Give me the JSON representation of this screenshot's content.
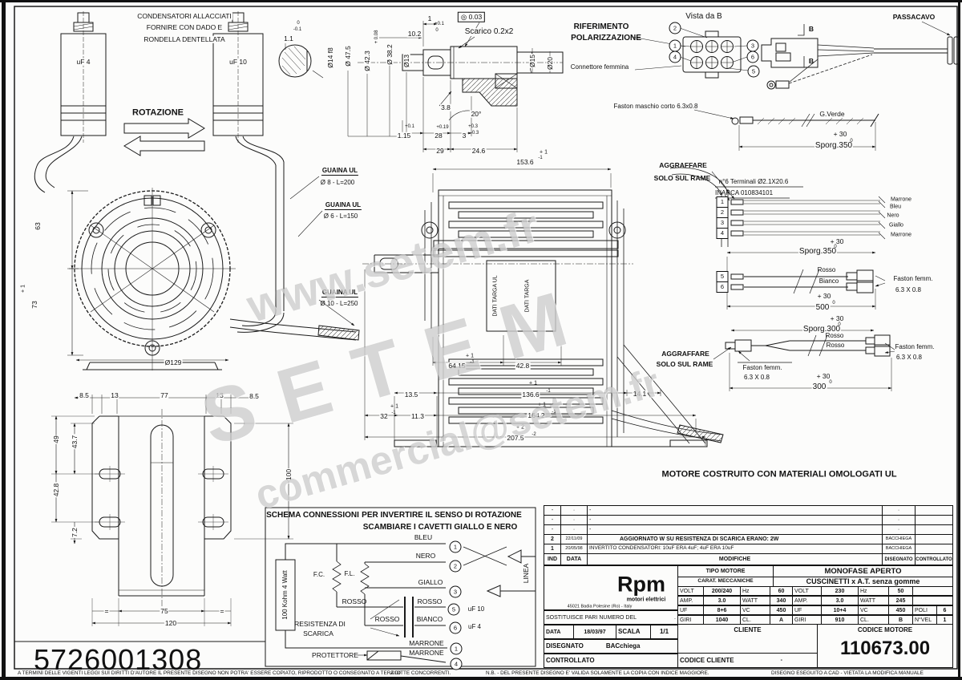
{
  "watermark": {
    "url": "www.setem.fr",
    "name": "SETEM",
    "email": "commercial@setem.fr"
  },
  "part_number": "5726001308",
  "ul_note": "MOTORE COSTRUITO CON MATERIALI OMOLOGATI UL",
  "capacitors": {
    "note1": "CONDENSATORI ALLACCIATI",
    "note2": "FORNIRE CON DADO E",
    "note3": "RONDELLA DENTELLATA",
    "cap1": "uF 4",
    "cap2": "uF 10",
    "rotation": "ROTAZIONE",
    "sec_tol_up": "0",
    "sec_tol_dn": "-0.1",
    "sec_dim": "1.1",
    "sec_dia": "Ø14 f8"
  },
  "shaft": {
    "dia475": "Ø 47.5",
    "dia423": "Ø 42.3",
    "dia382_tol": "+ 0.08",
    "dia382": "Ø 38.2",
    "dia13": "Ø13",
    "dia15": "Ø15",
    "dia20": "Ø20",
    "d102": "10.2",
    "d1": "1",
    "t01": "+0.1",
    "t0": "0",
    "runout_sym": "◎",
    "runout_val": "0.03",
    "scarico": "Scarico 0.2x2",
    "d38": "3.8",
    "angle": "20°",
    "d115": "1.15",
    "d28": "28",
    "t019": "+0.19",
    "d3": "3",
    "t03p": "+0.3",
    "t03m": "-0.3",
    "d29": "29",
    "d246": "24.6"
  },
  "connector": {
    "vista": "Vista da B",
    "rif1": "RIFERIMENTO",
    "rif2": "POLARIZZAZIONE",
    "femmina": "Connettore femmina",
    "passacavo": "PASSACAVO",
    "b": "B",
    "p1": "1",
    "p2": "2",
    "p3": "3",
    "p4": "4",
    "p5": "5",
    "p6": "6"
  },
  "cables": {
    "faston_maschio": "Faston maschio corto 6.3x0.8",
    "gverde": "G.Verde",
    "plus30": "+ 30",
    "sup0": "0",
    "sporg350": "Sporg.350",
    "sporg300": "Sporg.300",
    "aggraffare1": "AGGRAFFARE",
    "aggraffare2": "SOLO SUL RAME",
    "terminali": "n°6 Terminali Ø2.1X20.6",
    "inarca": "INARCA 010834101",
    "marrone": "Marrone",
    "bleu": "Bleu",
    "nero": "Nero",
    "giallo": "Giallo",
    "rosso": "Rosso",
    "bianco": "Bianco",
    "faston_femm": "Faston femm.",
    "faston_size": "6.3 X 0.8",
    "len500": "500",
    "len300": "300",
    "t1": "1",
    "t2": "2",
    "t3": "3",
    "t4": "4",
    "t5": "5",
    "t6": "6"
  },
  "side_view": {
    "p1": "+ 1",
    "m1": "-1",
    "p2": "+ 2",
    "m2": "-2",
    "d1536": "153.6",
    "d6415": "64.15",
    "d428": "42.8",
    "d135": "13.5",
    "d1366": "136.6",
    "d141": "14.1",
    "d32": "32",
    "d113": "11.3",
    "d1642": "164.2",
    "d2075": "207.5",
    "targa_ul": "DATI TARGA UL",
    "targa": "DATI TARGA"
  },
  "front_view": {
    "d63": "63",
    "p1": "+ 1",
    "d73": "73",
    "m1": "-1",
    "d129": "Ø129",
    "guaina": "GUAINA UL",
    "g1": "Ø 8 - L=200",
    "g2": "Ø 6 - L=150",
    "g3": "Ø 10 - L=250"
  },
  "bracket": {
    "d85": "8.5",
    "d13": "13",
    "d77": "77",
    "d49": "49",
    "d437": "43.7",
    "d428": "42.8",
    "d72": "7.2",
    "d100": "100",
    "d75": "75",
    "d120": "120",
    "eq": "="
  },
  "schema": {
    "title": "SCHEMA CONNESSIONI",
    "note1": "PER INVERTIRE IL SENSO DI ROTAZIONE",
    "note2": "SCAMBIARE I CAVETTI GIALLO E NERO",
    "bleu": "BLEU",
    "nero": "NERO",
    "giallo": "GIALLO",
    "rosso": "ROSSO",
    "bianco": "BIANCO",
    "marrone": "MARRONE",
    "fc": "F.C.",
    "fl": "F.L.",
    "linea": "LINEA",
    "resist": "100 Kohm 4 Watt",
    "res1": "RESISTENZA DI",
    "res2": "SCARICA",
    "prot": "PROTETTORE",
    "uf10": "uF 10",
    "uf4": "uF 4",
    "n1": "1",
    "n2": "2",
    "n3": "3",
    "n4": "4",
    "n5": "5",
    "n6": "6"
  },
  "revisions": {
    "empty": {
      "ind": "-",
      "data": "·",
      "mod": "-",
      "dis": "·",
      "ctrl": ""
    },
    "r2": {
      "ind": "2",
      "data": "22/11/09",
      "mod": "AGGIORNATO W SU RESISTENZA DI SCARICA ERANO: 2W",
      "dis": "BACCHIEGA",
      "ctrl": ""
    },
    "r1": {
      "ind": "1",
      "data": "20/05/98",
      "mod": "INVERTITO CONDENSATORI: 10uF ERA 4uF; 4uF ERA 10uF",
      "dis": "BACCHIEGA",
      "ctrl": ""
    },
    "head": {
      "ind": "IND",
      "data": "DATA",
      "mod": "MODIFICHE",
      "dis": "DISEGNATO",
      "ctrl": "CONTROLLATO"
    }
  },
  "titleblock": {
    "logo": "Rpm",
    "logo_sub": "motori elettrici",
    "logo_addr": "45021 Badia Polesine (Ro) - Italy",
    "sostituisce": "SOSTITUISCE PARI NUMERO DEL",
    "sost_dot": ".",
    "data_lbl": "DATA",
    "data_val": "18/03/97",
    "scala_lbl": "SCALA",
    "scala_val": "1/1",
    "disegnato_lbl": "DISEGNATO",
    "disegnato_val": "BACchiega",
    "controllato_lbl": "CONTROLLATO",
    "tipo_lbl": "TIPO MOTORE",
    "tipo_val": "MONOFASE APERTO",
    "carat_lbl": "CARAT. MECCANICHE",
    "carat_val": "CUSCINETTI x A.T. senza gomme",
    "spec": {
      "r1": [
        "VOLT",
        "200/240",
        "Hz",
        "60",
        "VOLT",
        "230",
        "Hz",
        "50",
        "",
        ""
      ],
      "r2": [
        "AMP.",
        "3.0",
        "WATT",
        "340",
        "AMP.",
        "3.0",
        "WATT",
        "245",
        "",
        ""
      ],
      "r3": [
        "UF",
        "8+6",
        "VC",
        "450",
        "UF",
        "10+4",
        "VC",
        "450",
        "POLI",
        "6"
      ],
      "r4": [
        "GIRI",
        "1040",
        "CL.",
        "A",
        "GIRI",
        "910",
        "CL.",
        "B",
        "N°VEL",
        "1"
      ]
    },
    "cliente_lbl": "CLIENTE",
    "codice_motore_lbl": "CODICE MOTORE",
    "codice_motore_val": "110673.00",
    "codice_cliente_lbl": "CODICE CLIENTE",
    "codice_cliente_val": "-"
  },
  "footer": {
    "t1": "A TERMINI DELLE VIGENTI LEGGI SUI DIRITTI D'AUTORE IL PRESENTE DISEGNO NON POTRA' ESSERE COPIATO, RIPRODOTTO O CON‌SEGNATO A TERZI O",
    "t2": "A DITTE CONCORRENTI.",
    "t3": "N.B. - DEL PRESENTE DISEGNO E' VALIDA SOLAMENTE LA COPIA CON INDICE MAGGIORE.",
    "t4": "DISEGNO ESEGUITO A CAD - VIETATA LA MODIFICA MANUALE"
  }
}
